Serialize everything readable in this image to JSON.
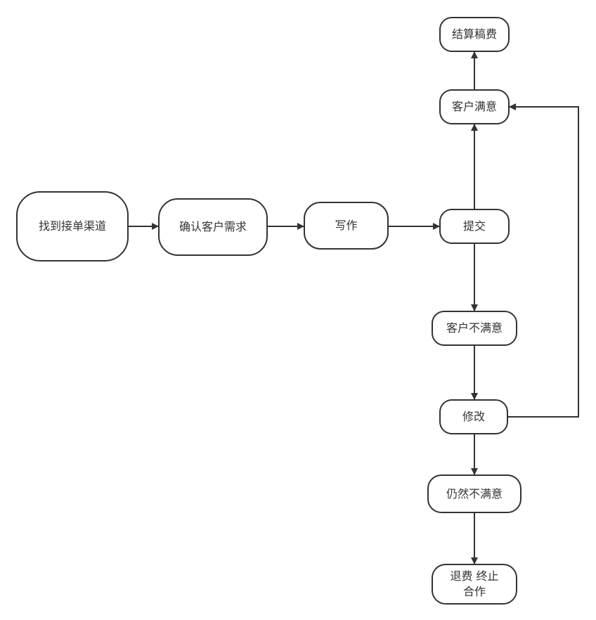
{
  "nodes": {
    "find_channel": "找到接单渠道",
    "confirm_requirements": "确认客户需求",
    "write": "写作",
    "submit": "提交",
    "client_satisfied": "客户满意",
    "settle_fee": "结算稿费",
    "client_unsatisfied": "客户不满意",
    "revise": "修改",
    "still_unsatisfied": "仍然不满意",
    "refund_line1": "退费 终止",
    "refund_line2": "合作"
  },
  "colors": {
    "stroke": "#333333",
    "fill": "#ffffff",
    "text": "#333333"
  }
}
